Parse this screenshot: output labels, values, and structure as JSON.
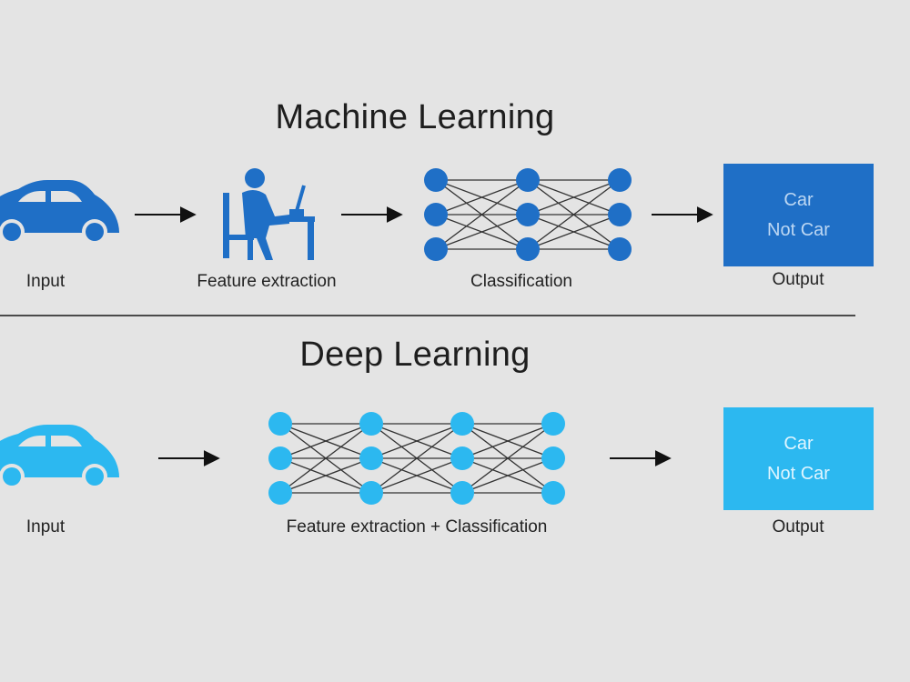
{
  "colors": {
    "ml_accent": "#1f6fc6",
    "dl_accent": "#2cb8f0",
    "ml_box_text": "#bcd7f3",
    "dl_box_text": "#dff5ff",
    "arrow": "#111111",
    "edge": "#333333"
  },
  "machine_learning": {
    "title": "Machine Learning",
    "input_icon": "car-icon",
    "input_label": "Input",
    "feature_icon": "person-at-computer-icon",
    "feature_label": "Feature extraction",
    "classifier_label": "Classification",
    "classifier_layers": [
      3,
      3,
      3
    ],
    "output": {
      "label": "Output",
      "line1": "Car",
      "line2": "Not Car"
    }
  },
  "deep_learning": {
    "title": "Deep Learning",
    "input_icon": "car-icon",
    "input_label": "Input",
    "network_label": "Feature extraction + Classification",
    "network_layers": [
      3,
      3,
      3,
      3
    ],
    "output": {
      "label": "Output",
      "line1": "Car",
      "line2": "Not Car"
    }
  }
}
